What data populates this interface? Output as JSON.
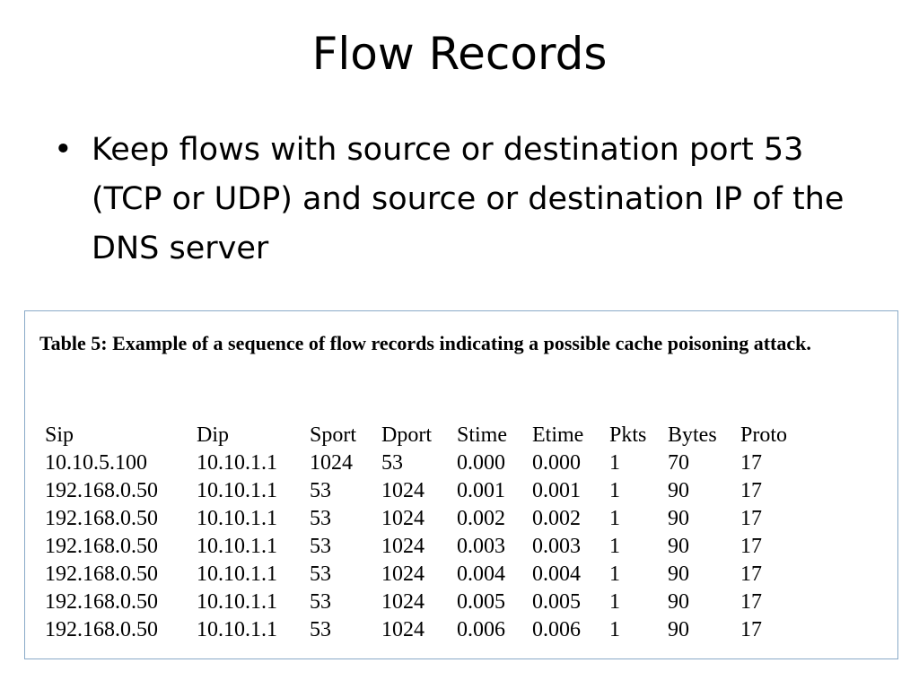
{
  "slide": {
    "title": "Flow Records",
    "bullet_symbol": "•",
    "bullet_text": "Keep flows with source or destination port 53 (TCP or UDP) and source or destination IP of the DNS server"
  },
  "table": {
    "caption": "Table 5: Example of a sequence of flow records indicating a possible cache poisoning attack.",
    "columns": [
      "Sip",
      "Dip",
      "Sport",
      "Dport",
      "Stime",
      "Etime",
      "Pkts",
      "Bytes",
      "Proto"
    ],
    "rows": [
      [
        "10.10.5.100",
        "10.10.1.1",
        "1024",
        "53",
        "0.000",
        "0.000",
        "1",
        "70",
        "17"
      ],
      [
        "192.168.0.50",
        "10.10.1.1",
        "53",
        "1024",
        "0.001",
        "0.001",
        "1",
        "90",
        "17"
      ],
      [
        "192.168.0.50",
        "10.10.1.1",
        "53",
        "1024",
        "0.002",
        "0.002",
        "1",
        "90",
        "17"
      ],
      [
        "192.168.0.50",
        "10.10.1.1",
        "53",
        "1024",
        "0.003",
        "0.003",
        "1",
        "90",
        "17"
      ],
      [
        "192.168.0.50",
        "10.10.1.1",
        "53",
        "1024",
        "0.004",
        "0.004",
        "1",
        "90",
        "17"
      ],
      [
        "192.168.0.50",
        "10.10.1.1",
        "53",
        "1024",
        "0.005",
        "0.005",
        "1",
        "90",
        "17"
      ],
      [
        "192.168.0.50",
        "10.10.1.1",
        "53",
        "1024",
        "0.006",
        "0.006",
        "1",
        "90",
        "17"
      ]
    ]
  }
}
